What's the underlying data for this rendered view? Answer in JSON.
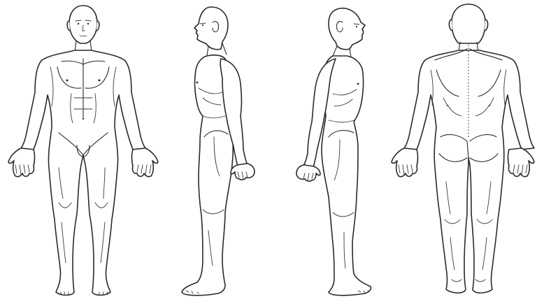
{
  "diagram": {
    "views": [
      {
        "id": "front",
        "icon": "human-body-front-view"
      },
      {
        "id": "right-side",
        "icon": "human-body-right-side-view"
      },
      {
        "id": "left-side",
        "icon": "human-body-left-side-view"
      },
      {
        "id": "back",
        "icon": "human-body-back-view"
      }
    ],
    "colors": {
      "outline": "#2a2a2a",
      "background": "#ffffff"
    }
  }
}
